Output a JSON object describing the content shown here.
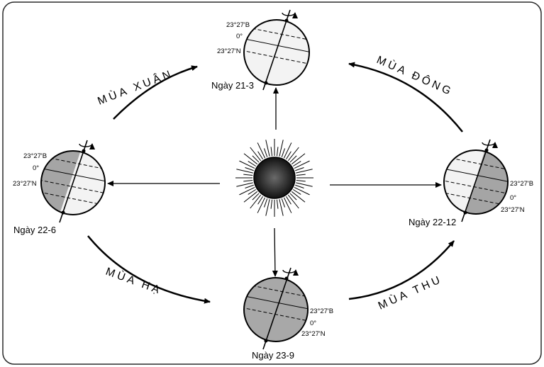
{
  "colors": {
    "frame": "#2a2a2a",
    "sun": "#1a1a1a",
    "shade": "#9a9a9a",
    "light": "#f1f1f1",
    "line": "#000000"
  },
  "sun": {
    "icon": "sun-icon"
  },
  "earths": {
    "mar": {
      "date": "Ngày 21-3",
      "lat_north": "23°27'B",
      "equator": "0°",
      "lat_south": "23°27'N"
    },
    "jun": {
      "date": "Ngày 22-6",
      "lat_north": "23°27'B",
      "equator": "0°",
      "lat_south": "23°27'N"
    },
    "sep": {
      "date": "Ngày 23-9",
      "lat_north": "23°27'B",
      "equator": "0°",
      "lat_south": "23°27'N"
    },
    "dec": {
      "date": "Ngày 22-12",
      "lat_north": "23°27'B",
      "equator": "0°",
      "lat_south": "23°27'N"
    }
  },
  "seasons": {
    "spring": "MÙA XUÂN",
    "summer": "MÙA HẠ",
    "autumn": "MÙA THU",
    "winter": "MÙA ĐÔNG"
  }
}
